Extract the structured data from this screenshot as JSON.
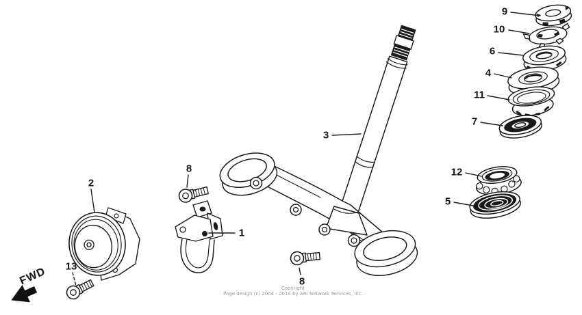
{
  "page": {
    "background_color": "#ffffff",
    "line_color": "#1a1a1a",
    "muted_text_color": "#999999",
    "fwd_indicator": {
      "label": "FWD"
    },
    "copyright": {
      "line1": "Copyright",
      "line2": "Page design (c) 2004 - 2014 by ARI Network Services, Inc."
    }
  },
  "diagram": {
    "callouts": [
      {
        "id": "callout-2",
        "label": "2"
      },
      {
        "id": "callout-13",
        "label": "13"
      },
      {
        "id": "callout-1",
        "label": "1"
      },
      {
        "id": "callout-8-upper",
        "label": "8"
      },
      {
        "id": "callout-8-lower",
        "label": "8"
      },
      {
        "id": "callout-3",
        "label": "3"
      },
      {
        "id": "callout-9",
        "label": "9"
      },
      {
        "id": "callout-10",
        "label": "10"
      },
      {
        "id": "callout-6",
        "label": "6"
      },
      {
        "id": "callout-4",
        "label": "4"
      },
      {
        "id": "callout-11",
        "label": "11"
      },
      {
        "id": "callout-7",
        "label": "7"
      },
      {
        "id": "callout-12",
        "label": "12"
      },
      {
        "id": "callout-5",
        "label": "5"
      }
    ]
  }
}
